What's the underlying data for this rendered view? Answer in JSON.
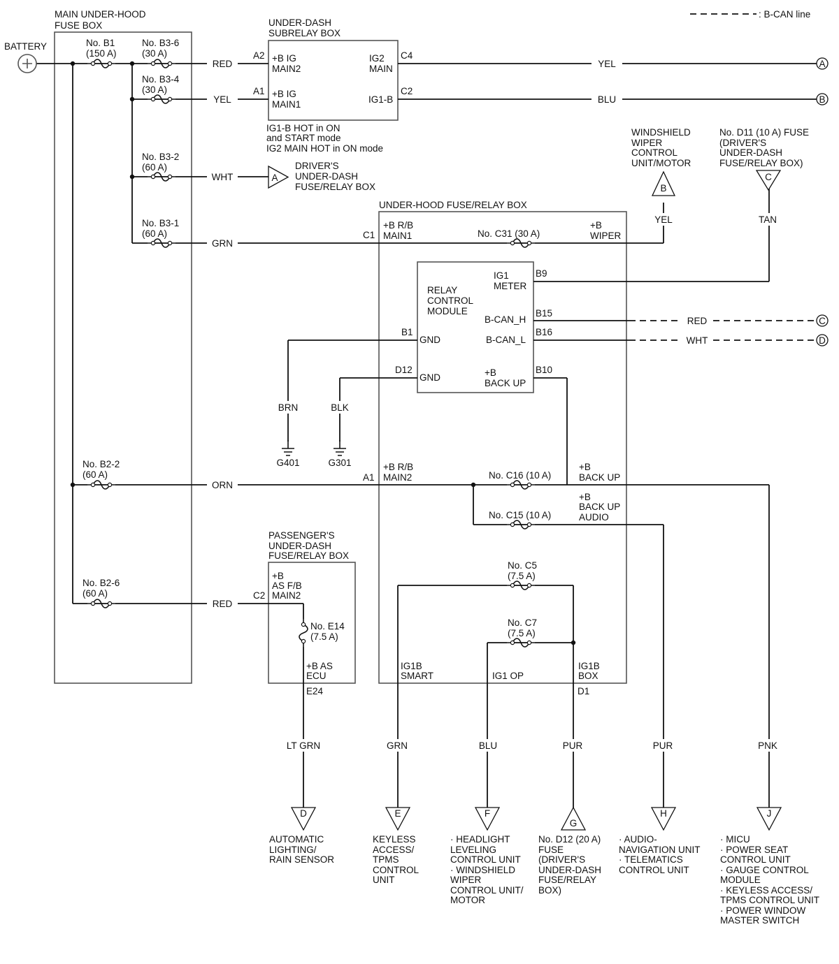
{
  "legend": {
    "b_can_line": ": B-CAN line"
  },
  "battery": {
    "label": "BATTERY"
  },
  "main_fuse_box": {
    "title": [
      "MAIN UNDER-HOOD",
      "FUSE BOX"
    ],
    "fuses": [
      {
        "id": "b1",
        "lines": [
          "No. B1",
          "(150 A)"
        ]
      },
      {
        "id": "b3_6",
        "lines": [
          "No. B3-6",
          "(30 A)"
        ]
      },
      {
        "id": "b3_4",
        "lines": [
          "No. B3-4",
          "(30 A)"
        ]
      },
      {
        "id": "b3_2",
        "lines": [
          "No. B3-2",
          "(60 A)"
        ]
      },
      {
        "id": "b3_1",
        "lines": [
          "No. B3-1",
          "(60 A)"
        ]
      },
      {
        "id": "b2_2",
        "lines": [
          "No. B2-2",
          "(60 A)"
        ]
      },
      {
        "id": "b2_6",
        "lines": [
          "No. B2-6",
          "(60 A)"
        ]
      }
    ]
  },
  "wires": {
    "red_top": "RED",
    "yel_top": "YEL",
    "wht_a": "WHT",
    "grn_c1": "GRN",
    "orn": "ORN",
    "red_pass": "RED",
    "yel_out": "YEL",
    "blu_out": "BLU",
    "yel_wiper": "YEL",
    "tan": "TAN",
    "red_can": "RED",
    "wht_can": "WHT",
    "brn": "BRN",
    "blk": "BLK",
    "lt_grn": "LT GRN",
    "grn_e": "GRN",
    "blu_f": "BLU",
    "pur_g": "PUR",
    "pur_h": "PUR",
    "pnk": "PNK"
  },
  "subrelay": {
    "title": [
      "UNDER-DASH",
      "SUBRELAY BOX"
    ],
    "pins": {
      "a2": "A2",
      "a1": "A1",
      "c4": "C4",
      "c2": "C2"
    },
    "terms": {
      "ig_main2": [
        "+B IG",
        "MAIN2"
      ],
      "ig_main1": [
        "+B IG",
        "MAIN1"
      ],
      "ig2_main": [
        "IG2",
        "MAIN"
      ],
      "ig1_b": "IG1-B"
    },
    "note": [
      "IG1-B HOT in ON",
      "and START mode",
      "IG2 MAIN HOT in ON mode"
    ]
  },
  "drivers_box_a": {
    "lines": [
      "DRIVER'S",
      "UNDER-DASH",
      "FUSE/RELAY BOX"
    ]
  },
  "under_hood_box": {
    "title": "UNDER-HOOD FUSE/RELAY BOX",
    "pins": {
      "c1": "C1",
      "a1": "A1",
      "b9": "B9",
      "b15": "B15",
      "b16": "B16",
      "b1": "B1",
      "d12": "D12",
      "b10": "B10",
      "d1": "D1"
    },
    "terms": {
      "rb_main1": [
        "+B R/B",
        "MAIN1"
      ],
      "wiper": [
        "+B",
        "WIPER"
      ],
      "rb_main2": [
        "+B R/B",
        "MAIN2"
      ],
      "back_up": [
        "+B",
        "BACK UP"
      ],
      "back_up_audio": [
        "+B",
        "BACK UP",
        "AUDIO"
      ],
      "ig1b_smart": [
        "IG1B",
        "SMART"
      ],
      "ig1_op": "IG1 OP",
      "ig1b_box": [
        "IG1B",
        "BOX"
      ]
    },
    "fuses": {
      "c31": "No. C31 (30 A)",
      "c16": "No. C16 (10 A)",
      "c15": "No. C15 (10 A)",
      "c5": [
        "No. C5",
        "(7.5 A)"
      ],
      "c7": [
        "No. C7",
        "(7.5 A)"
      ]
    }
  },
  "rcm": {
    "title": [
      "RELAY",
      "CONTROL",
      "MODULE"
    ],
    "terms": {
      "ig1_meter": [
        "IG1",
        "METER"
      ],
      "bcan_h": "B-CAN_H",
      "bcan_l": "B-CAN_L",
      "gnd1": "GND",
      "gnd2": "GND",
      "back_up": [
        "+B",
        "BACK UP"
      ]
    }
  },
  "grounds": {
    "g401": "G401",
    "g301": "G301"
  },
  "passenger_box": {
    "title": [
      "PASSENGER'S",
      "UNDER-DASH",
      "FUSE/RELAY BOX"
    ],
    "pin_c2": "C2",
    "pin_e24": "E24",
    "term_in": [
      "+B",
      "AS F/B",
      "MAIN2"
    ],
    "term_out": [
      "+B AS",
      "ECU"
    ],
    "fuse_e14": [
      "No. E14",
      "(7.5 A)"
    ]
  },
  "top_right": {
    "wiper_unit": [
      "WINDSHIELD",
      "WIPER",
      "CONTROL",
      "UNIT/MOTOR"
    ],
    "d11_fuse": [
      "No. D11 (10 A) FUSE",
      "(DRIVER'S",
      "UNDER-DASH",
      "FUSE/RELAY BOX)"
    ]
  },
  "connectors": {
    "a": "A",
    "b": "B",
    "c": "C",
    "d": "D",
    "e": "E",
    "f": "F",
    "g": "G",
    "h": "H",
    "j": "J"
  },
  "destinations": {
    "d": [
      "AUTOMATIC",
      "LIGHTING/",
      "RAIN SENSOR"
    ],
    "e": [
      "KEYLESS",
      "ACCESS/",
      "TPMS",
      "CONTROL",
      "UNIT"
    ],
    "f": [
      "· HEADLIGHT",
      "LEVELING",
      "CONTROL UNIT",
      "· WINDSHIELD",
      "WIPER",
      "CONTROL UNIT/",
      "MOTOR"
    ],
    "g": [
      "No. D12 (20 A)",
      "FUSE",
      "(DRIVER'S",
      "UNDER-DASH",
      "FUSE/RELAY",
      "BOX)"
    ],
    "h": [
      "· AUDIO-",
      "NAVIGATION UNIT",
      "· TELEMATICS",
      "CONTROL UNIT"
    ],
    "j": [
      "· MICU",
      "· POWER SEAT",
      "CONTROL UNIT",
      "· GAUGE CONTROL",
      "MODULE",
      "· KEYLESS ACCESS/",
      "TPMS CONTROL UNIT",
      "· POWER WINDOW",
      "MASTER SWITCH"
    ]
  }
}
